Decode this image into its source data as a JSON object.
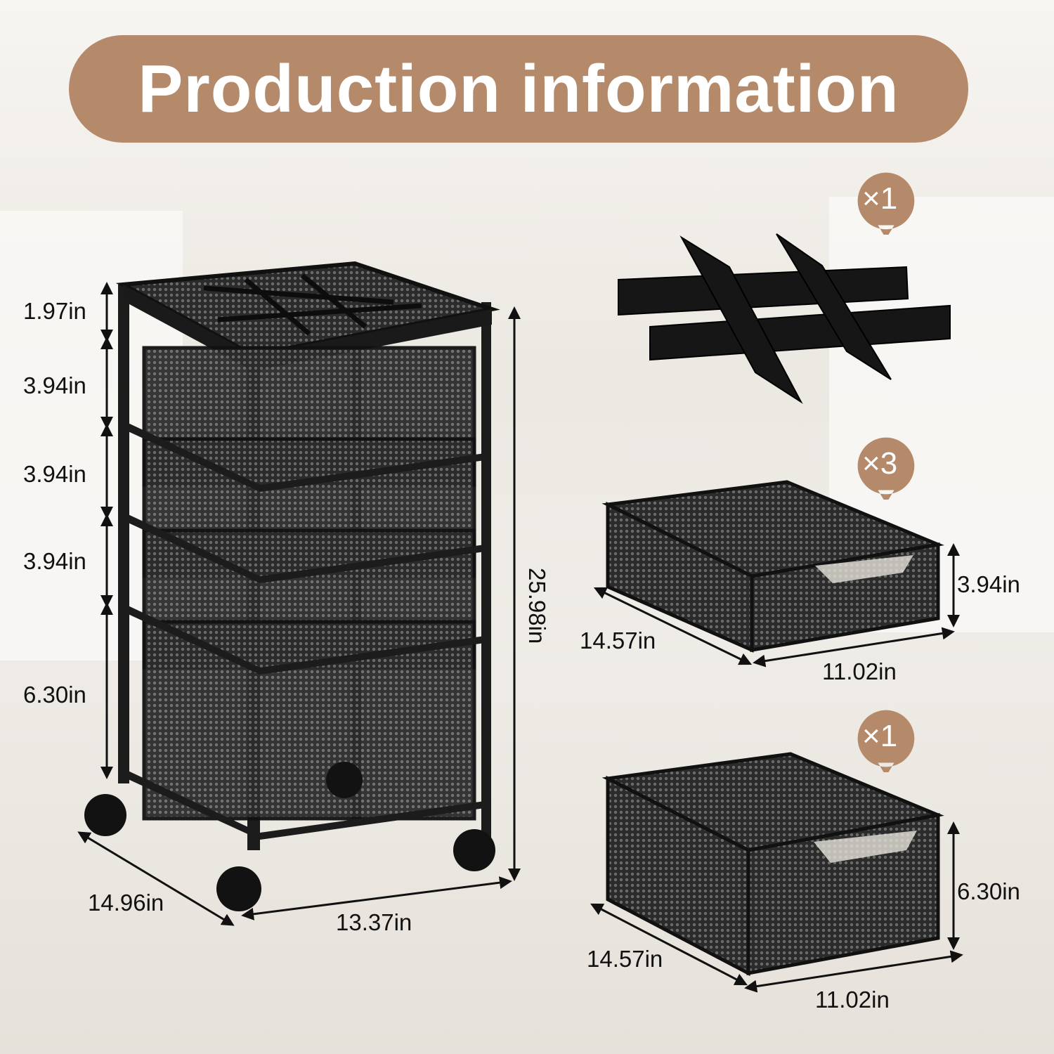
{
  "title": "Production information",
  "colors": {
    "accent": "#b48a6a",
    "metal": "#1c1c1c",
    "background": "#f2efea"
  },
  "cart": {
    "heights": [
      "1.97in",
      "3.94in",
      "3.94in",
      "3.94in",
      "6.30in"
    ],
    "total_height": "25.98in",
    "depth": "14.96in",
    "width": "13.37in"
  },
  "parts": [
    {
      "name": "divider",
      "quantity": "×1"
    },
    {
      "name": "small-drawer",
      "quantity": "×3",
      "height": "3.94in",
      "depth": "14.57in",
      "width": "11.02in"
    },
    {
      "name": "large-drawer",
      "quantity": "×1",
      "height": "6.30in",
      "depth": "14.57in",
      "width": "11.02in"
    }
  ]
}
